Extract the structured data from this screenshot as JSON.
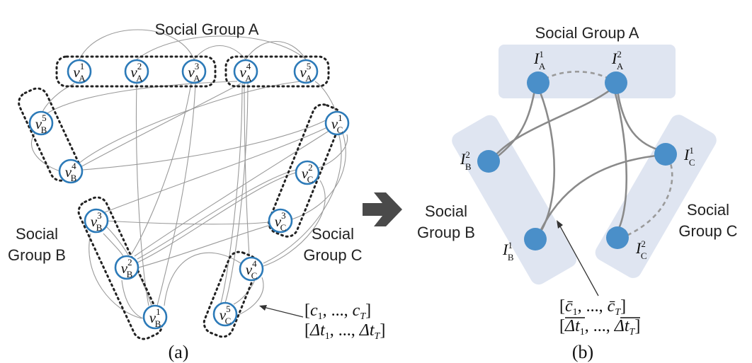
{
  "panel_a": {
    "caption": "(a)",
    "group_labels": {
      "a": "Social Group A",
      "b_line1": "Social",
      "b_line2": "Group B",
      "c_line1": "Social",
      "c_line2": "Group C"
    },
    "nodes": {
      "a1": {
        "base": "v",
        "sub": "A",
        "sup": "1"
      },
      "a2": {
        "base": "v",
        "sub": "A",
        "sup": "2"
      },
      "a3": {
        "base": "v",
        "sub": "A",
        "sup": "3"
      },
      "a4": {
        "base": "v",
        "sub": "A",
        "sup": "4"
      },
      "a5": {
        "base": "v",
        "sub": "A",
        "sup": "5"
      },
      "b5": {
        "base": "v",
        "sub": "B",
        "sup": "5"
      },
      "b4": {
        "base": "v",
        "sub": "B",
        "sup": "4"
      },
      "b3": {
        "base": "v",
        "sub": "B",
        "sup": "3"
      },
      "b2": {
        "base": "v",
        "sub": "B",
        "sup": "2"
      },
      "b1": {
        "base": "v",
        "sub": "B",
        "sup": "1"
      },
      "c1": {
        "base": "v",
        "sub": "C",
        "sup": "1"
      },
      "c2": {
        "base": "v",
        "sub": "C",
        "sup": "2"
      },
      "c3": {
        "base": "v",
        "sub": "C",
        "sup": "3"
      },
      "c4": {
        "base": "v",
        "sub": "C",
        "sup": "4"
      },
      "c5": {
        "base": "v",
        "sub": "C",
        "sup": "5"
      }
    },
    "edge_annotation": {
      "line1": {
        "open": "[",
        "v1": "c",
        "s1": "1",
        "mid": ", ..., ",
        "v2": "c",
        "s2": "T",
        "close": "]"
      },
      "line2": {
        "open": "[",
        "v1": "Δt",
        "s1": "1",
        "mid": ", ..., ",
        "v2": "Δt",
        "s2": "T",
        "close": "]"
      }
    }
  },
  "panel_b": {
    "caption": "(b)",
    "group_labels": {
      "a": "Social Group A",
      "b_line1": "Social",
      "b_line2": "Group B",
      "c_line1": "Social",
      "c_line2": "Group C"
    },
    "nodes": {
      "ia1": {
        "base": "I",
        "sub": "A",
        "sup": "1"
      },
      "ia2": {
        "base": "I",
        "sub": "A",
        "sup": "2"
      },
      "ib2": {
        "base": "I",
        "sub": "B",
        "sup": "2"
      },
      "ib1": {
        "base": "I",
        "sub": "B",
        "sup": "1"
      },
      "ic1": {
        "base": "I",
        "sub": "C",
        "sup": "1"
      },
      "ic2": {
        "base": "I",
        "sub": "C",
        "sup": "2"
      }
    },
    "edge_annotation": {
      "line1": {
        "open": "[",
        "v1": "c̄",
        "s1": "1",
        "mid": ", ..., ",
        "v2": "c̄",
        "s2": "T",
        "close": "]"
      },
      "line2": {
        "open": "[",
        "v1": "Δt",
        "s1": "1",
        "mid": ", ..., ",
        "v2": "Δt",
        "s2": "T",
        "close": "]"
      }
    }
  },
  "colors": {
    "node_stroke": "#2c7ab8",
    "cluster_fill": "#dfe5f1",
    "cluster_node": "#4a8fc9",
    "edge": "#9a9a9a",
    "arrow": "#4a4a4a"
  }
}
